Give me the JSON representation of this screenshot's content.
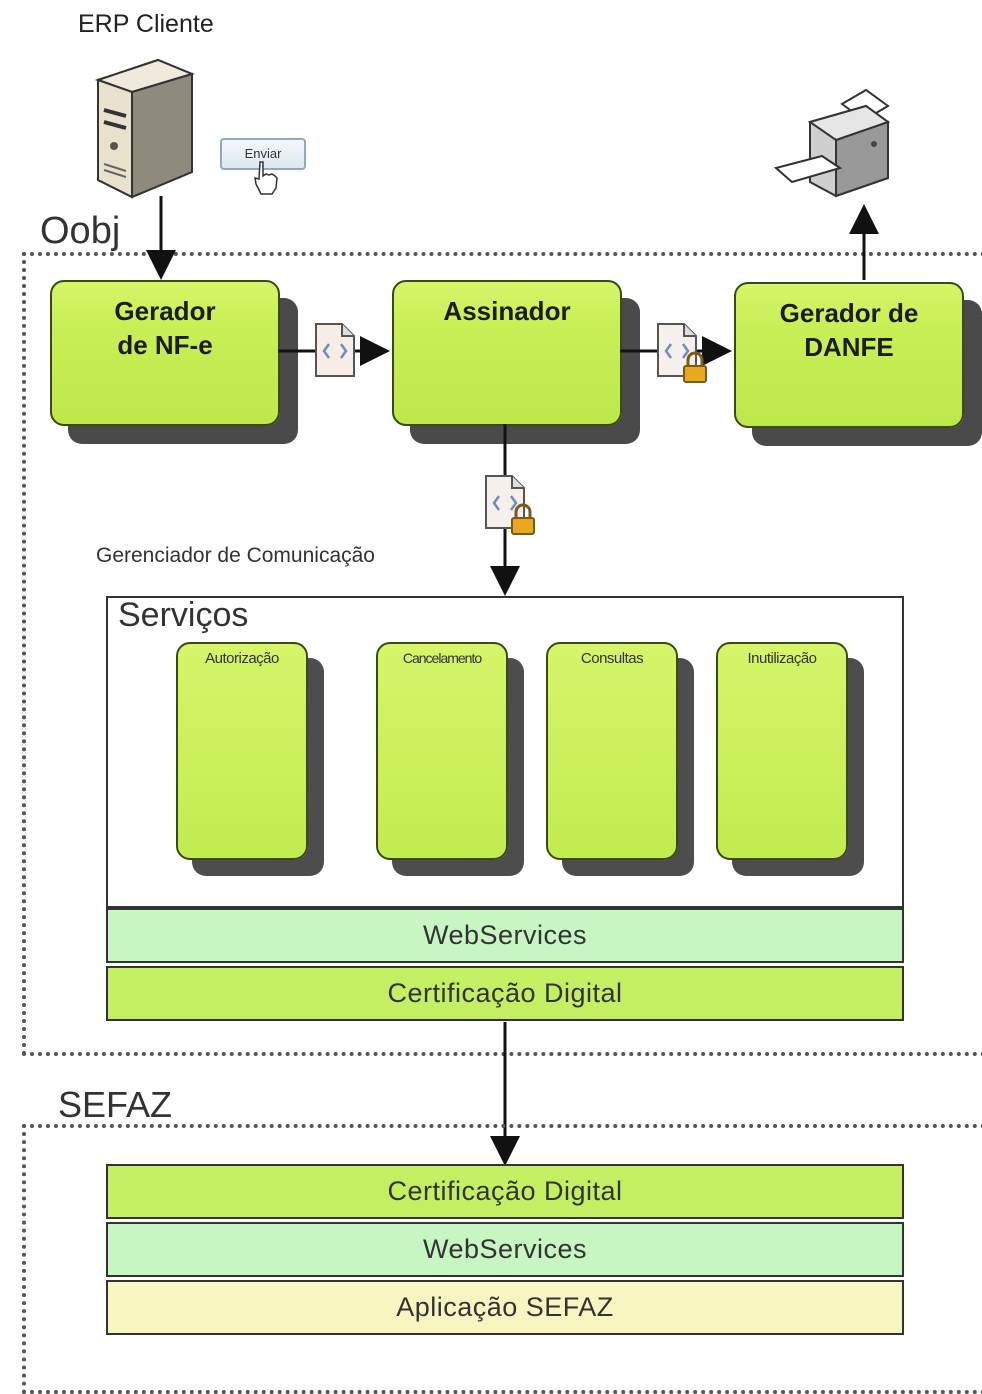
{
  "erp": {
    "title": "ERP Cliente",
    "button": "Enviar"
  },
  "oobj": {
    "title": "Oobj",
    "gerador_nfe": "Gerador\nde NF-e",
    "assinador": "Assinador",
    "gerador_danfe": "Gerador de\nDANFE",
    "gerenciador_label": "Gerenciador de Comunicação",
    "servicos_title": "Serviços",
    "servicos": [
      "Autorização",
      "Cancelamento",
      "Consultas",
      "Inutilização"
    ],
    "webservices": "WebServices",
    "certificacao": "Certificação Digital"
  },
  "sefaz": {
    "title": "SEFAZ",
    "certificacao": "Certificação Digital",
    "webservices": "WebServices",
    "aplicacao": "Aplicação SEFAZ"
  },
  "colors": {
    "process_green": "#c9ef56",
    "cert_green": "#c5ef63",
    "webservices_mint": "#c7f6c3",
    "app_yellow": "#f8f6c0",
    "shadow": "#4a4a4a"
  },
  "icons": [
    "server-icon",
    "cursor-hand-icon",
    "printer-icon",
    "xml-document-icon",
    "signed-xml-document-icon"
  ]
}
